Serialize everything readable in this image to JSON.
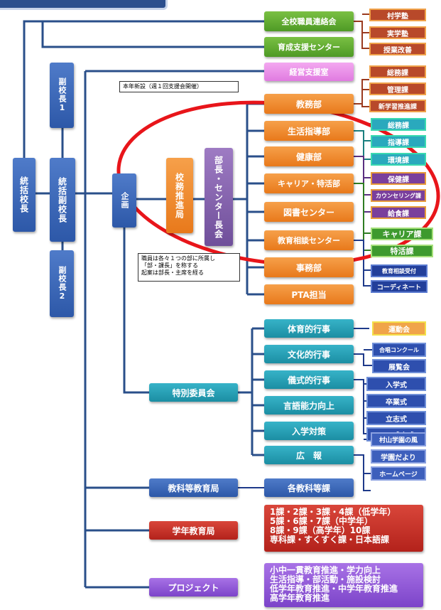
{
  "colors": {
    "line": "#2a4f8a",
    "ellipse": "#e8151a"
  },
  "top_level": {
    "principal": "統括校長",
    "vice_principal": "統括副校長",
    "vice1": "副校長1",
    "vice2": "副校長2",
    "kanri": "企画"
  },
  "top_branches": {
    "staff_council": "全校職員連絡会",
    "support_center": "育成支援センター",
    "mgmt_office": "経営支援室"
  },
  "right_tags_top": [
    "村学塾",
    "実学塾",
    "授業改善"
  ],
  "right_tags_mgmt": [
    "総務課",
    "管理課",
    "新学習推進課"
  ],
  "note_new": "本年新設（週１回支援会開催）",
  "note_staff": "職員は各々１つの部に所属し\n「部・課長」を称する\n起案は部長・主席を経る",
  "middle": {
    "dept_office": "校務推進局",
    "dept_heads": "部長・センター長会"
  },
  "departments": [
    "教務部",
    "生活指導部",
    "健康部",
    "キャリア・特活部",
    "図書センター",
    "教育相談センター",
    "事務部",
    "PTA担当"
  ],
  "tags_life": [
    "総務課",
    "指導課",
    "環境課"
  ],
  "tags_health": [
    "保健課",
    "カウンセリング課",
    "給食課"
  ],
  "tags_career": [
    "キャリア課",
    "特活課"
  ],
  "tags_counsel": [
    "教育相談受付",
    "コーディネート"
  ],
  "committee": {
    "label": "特別委員会",
    "items": [
      "体育的行事",
      "文化的行事",
      "儀式的行事",
      "言語能力向上",
      "入学対策",
      "広　報"
    ]
  },
  "tags_sports": [
    "運動会"
  ],
  "tags_culture": [
    "合唱コンクール",
    "展覧会"
  ],
  "tags_ceremony": [
    "入学式",
    "卒業式",
    "立志式",
    "1/2 成人式"
  ],
  "tags_pr": [
    "村山学園の風",
    "学園だより",
    "ホームページ"
  ],
  "subject_office": "教科等教育局",
  "subject_dept": "各教科等課",
  "grade_office": "学年教育局",
  "grade_text": "1課・2課・3課・4課（低学年）\n5課・6課・7課（中学年）\n8課・9課（高学年）10課\n専科課・すくすく課・日本語課",
  "project_label": "プロジェクト",
  "project_text": "小中一貫教育推進・学力向上\n生活指導・部活動・施設検討\n低学年教育推進・中学年教育推進\n高学年教育推進"
}
